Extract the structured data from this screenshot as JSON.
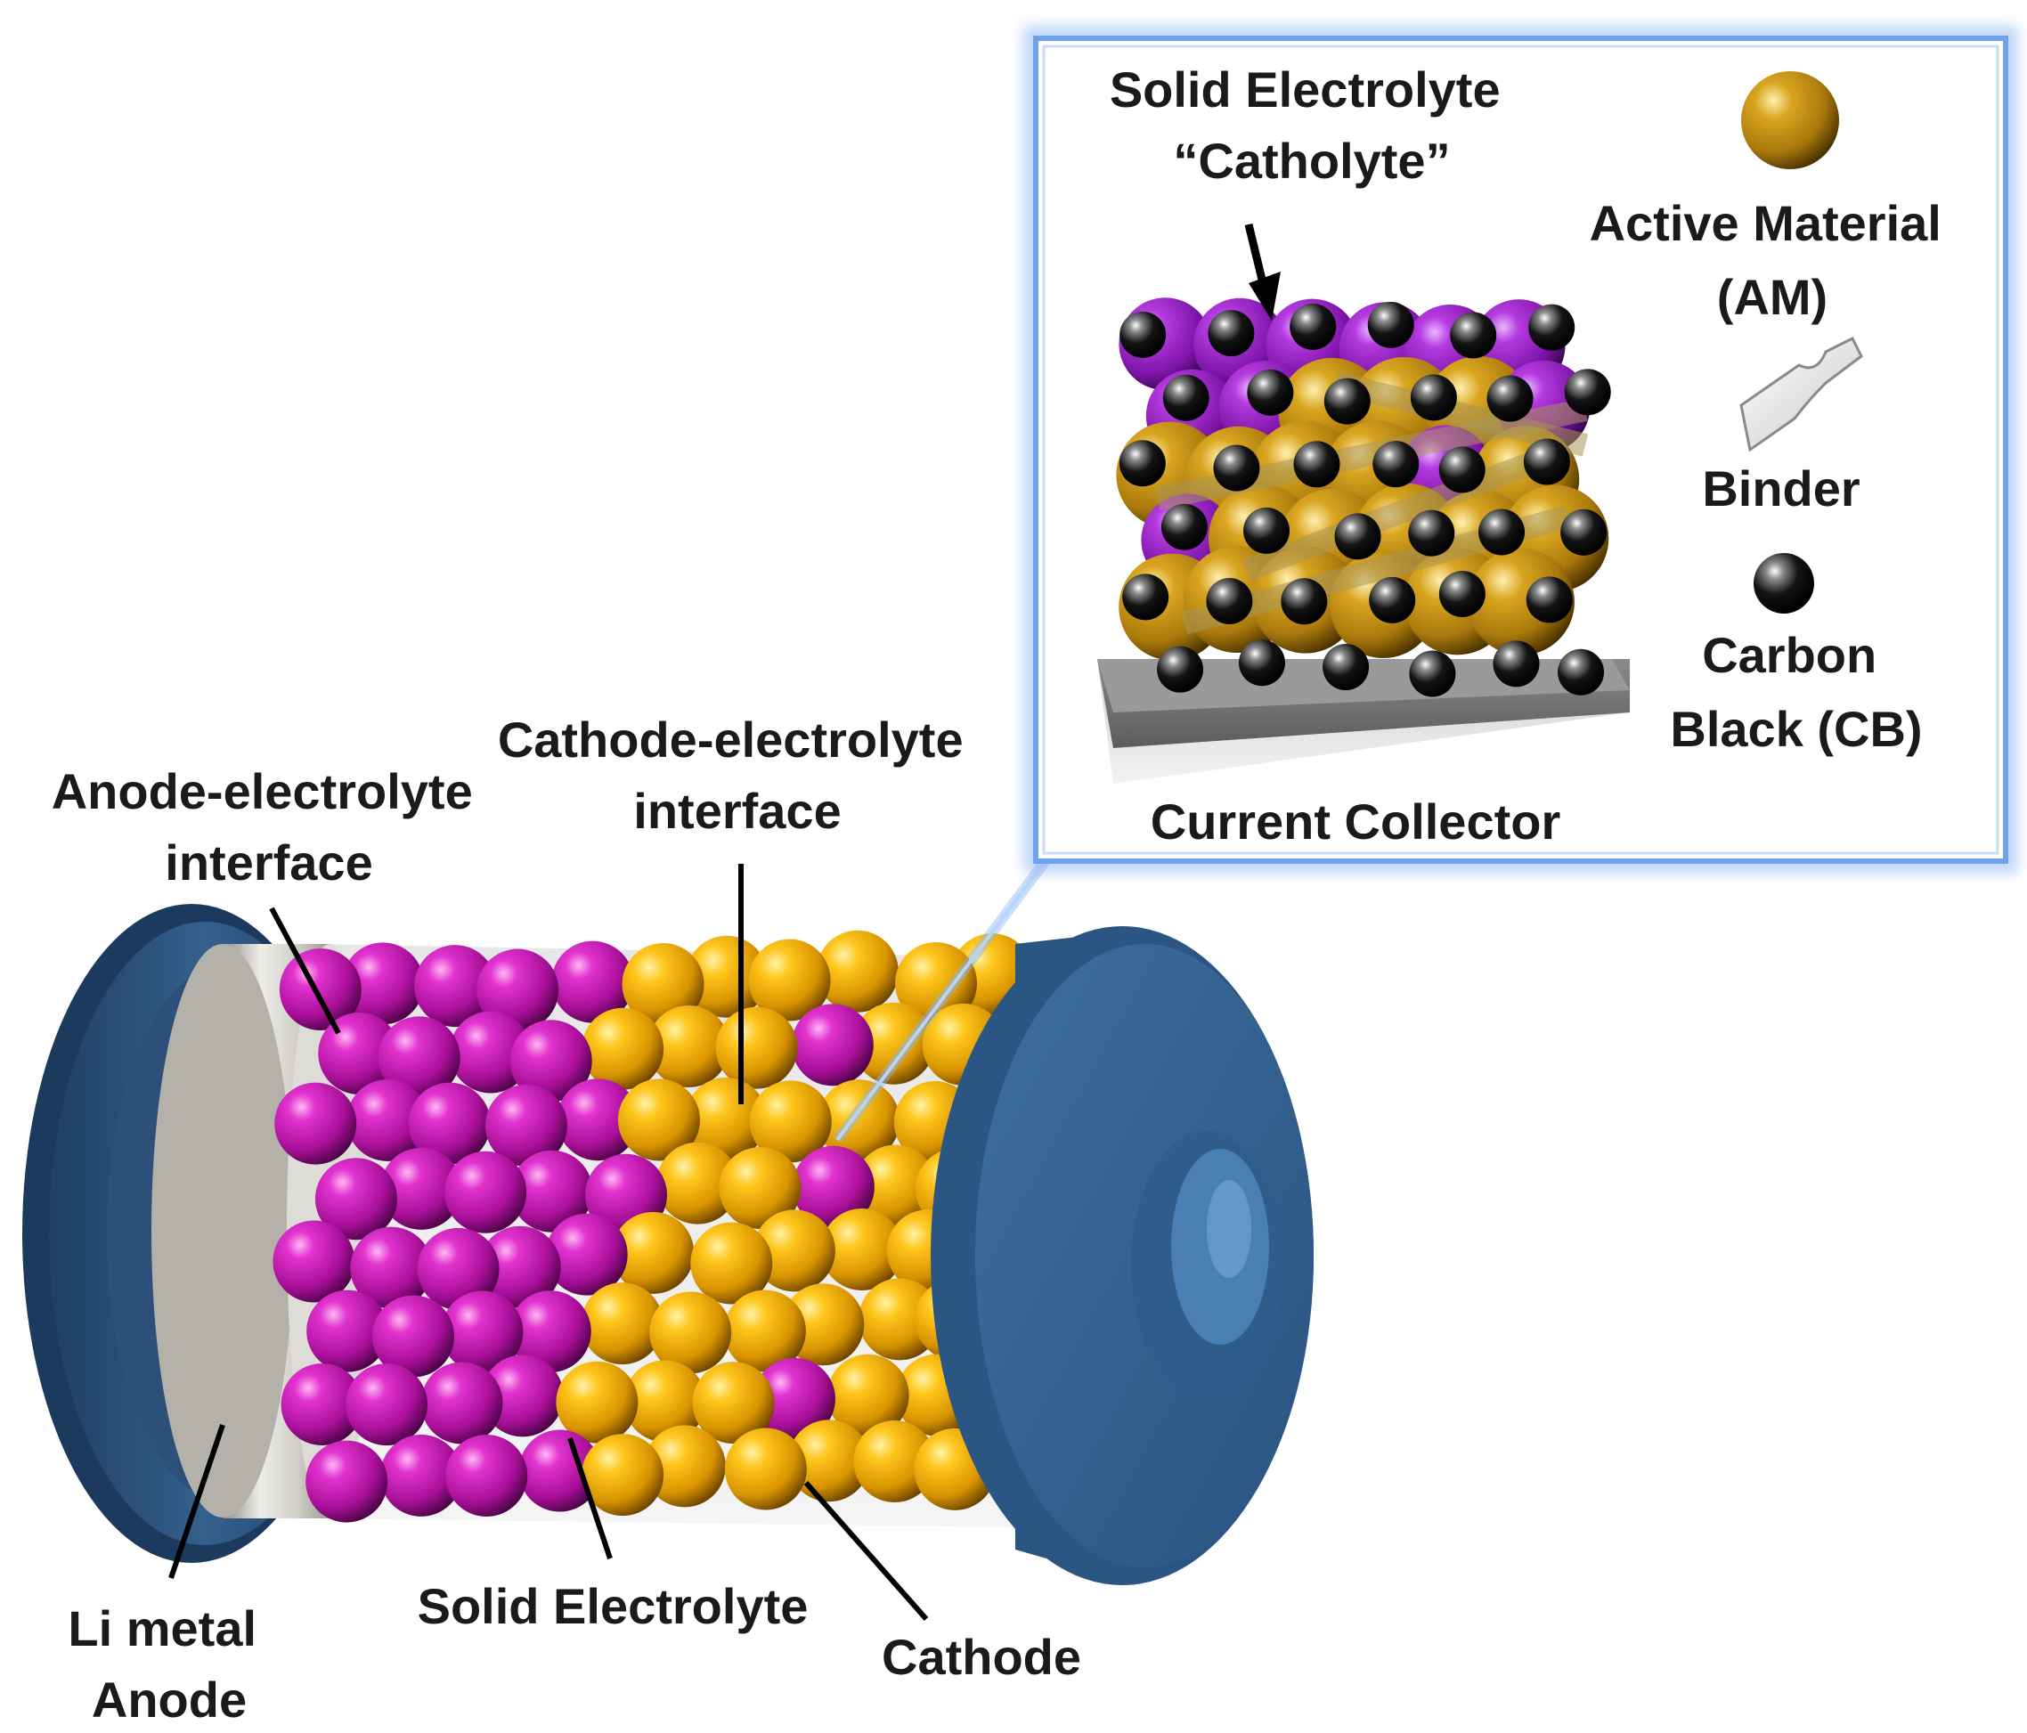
{
  "labels": {
    "anode_interface": [
      "Anode-electrolyte",
      "interface"
    ],
    "cathode_interface": [
      "Cathode-electrolyte",
      "interface"
    ],
    "li_metal_anode": [
      "Li metal",
      "Anode"
    ],
    "solid_electrolyte": "Solid Electrolyte",
    "cathode": "Cathode"
  },
  "inset": {
    "catholyte": [
      "Solid Electrolyte",
      "“Catholyte”"
    ],
    "current_collector": "Current Collector"
  },
  "legend": [
    {
      "lines": [
        "Active Material",
        "(AM)"
      ],
      "icon": "gold-sphere-icon"
    },
    {
      "lines": [
        "Binder"
      ],
      "icon": "binder-strip-icon"
    },
    {
      "lines": [
        "Carbon",
        "Black (CB)"
      ],
      "icon": "black-sphere-icon"
    }
  ],
  "colors": {
    "solid_electrolyte": "#c21cb4",
    "catholyte": "#9e1bc4",
    "active_material": "#f2b10a",
    "carbon_black": "#111111",
    "cap": "#2f5d8c",
    "li_metal": "#c8c6bf",
    "inset_border": "#6fa2ea"
  }
}
